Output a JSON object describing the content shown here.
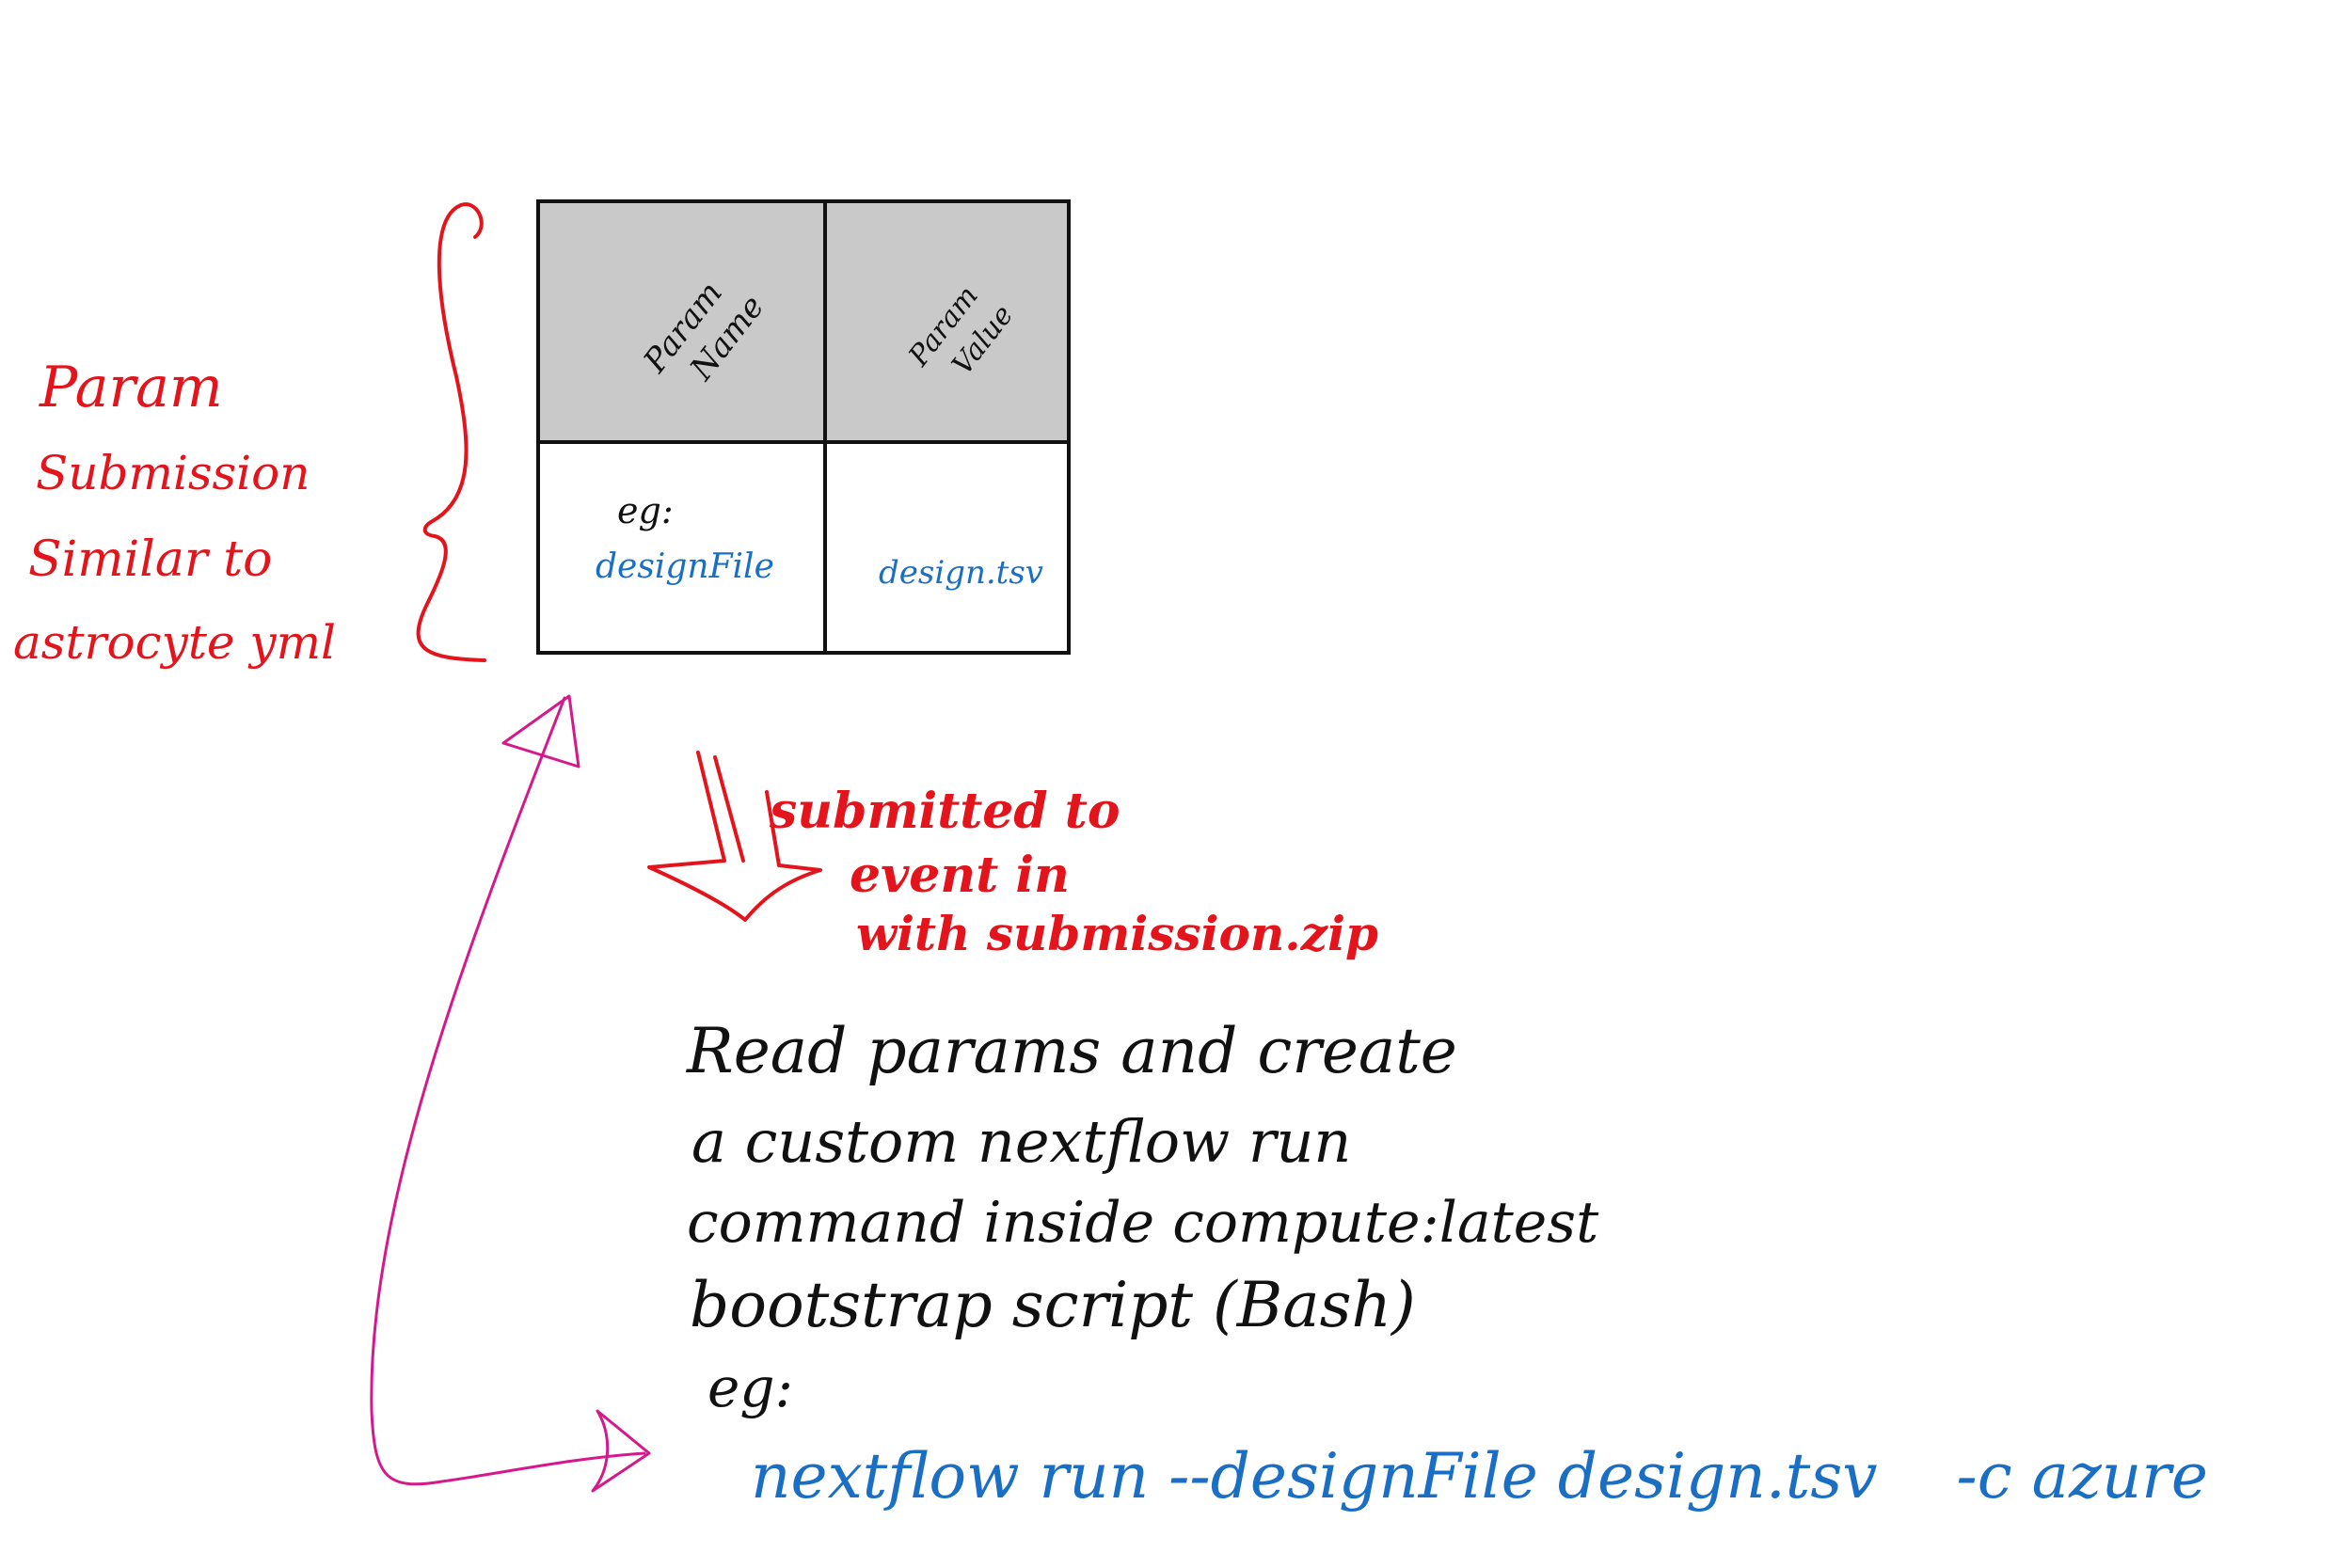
{
  "colors": {
    "red": "#e3141c",
    "blue": "#1a6fc4",
    "black": "#111111",
    "magenta": "#d6198a",
    "header_fill": "#c9c9c9"
  },
  "left_note": {
    "lines": [
      "Param",
      "Submission",
      "Similar to",
      "astrocyte yml"
    ]
  },
  "table": {
    "header": {
      "col1_lines": [
        "Param",
        "Name"
      ],
      "col2_lines": [
        "Param",
        "Value"
      ]
    },
    "row": {
      "eg_label": "eg:",
      "name": "designFile",
      "value": "design.tsv"
    }
  },
  "submit_note": {
    "lines": [
      "submitted to",
      "event in",
      "with submission.zip"
    ]
  },
  "process_note": {
    "lines": [
      "Read params and create",
      "a custom nextflow run",
      "command inside compute:latest",
      "bootstrap script (Bash)",
      "eg:"
    ]
  },
  "command": {
    "text": "nextflow run --designFile design.tsv    -c azure"
  }
}
